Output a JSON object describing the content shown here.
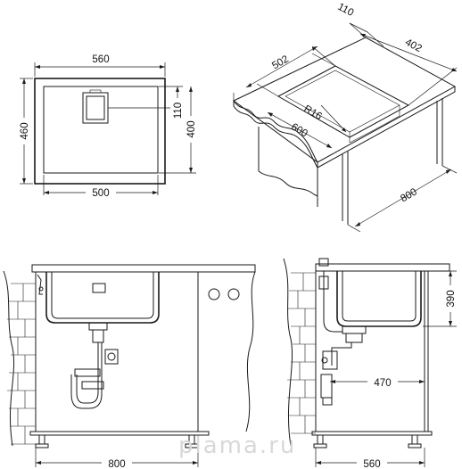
{
  "diagram": {
    "top_view": {
      "overall_width": "560",
      "overall_depth": "460",
      "bowl_width": "500",
      "bowl_depth": "400",
      "drain_offset": "110"
    },
    "isometric": {
      "back_depth": "110",
      "cutout_depth": "402",
      "cutout_length": "502",
      "corner_radius": "R16",
      "front_width": "600",
      "cabinet_width": "800"
    },
    "front_elevation": {
      "cabinet_width": "800"
    },
    "side_elevation": {
      "bowl_height": "390",
      "waste_offset": "470",
      "cabinet_depth": "560"
    },
    "watermark": "plama.ru"
  }
}
